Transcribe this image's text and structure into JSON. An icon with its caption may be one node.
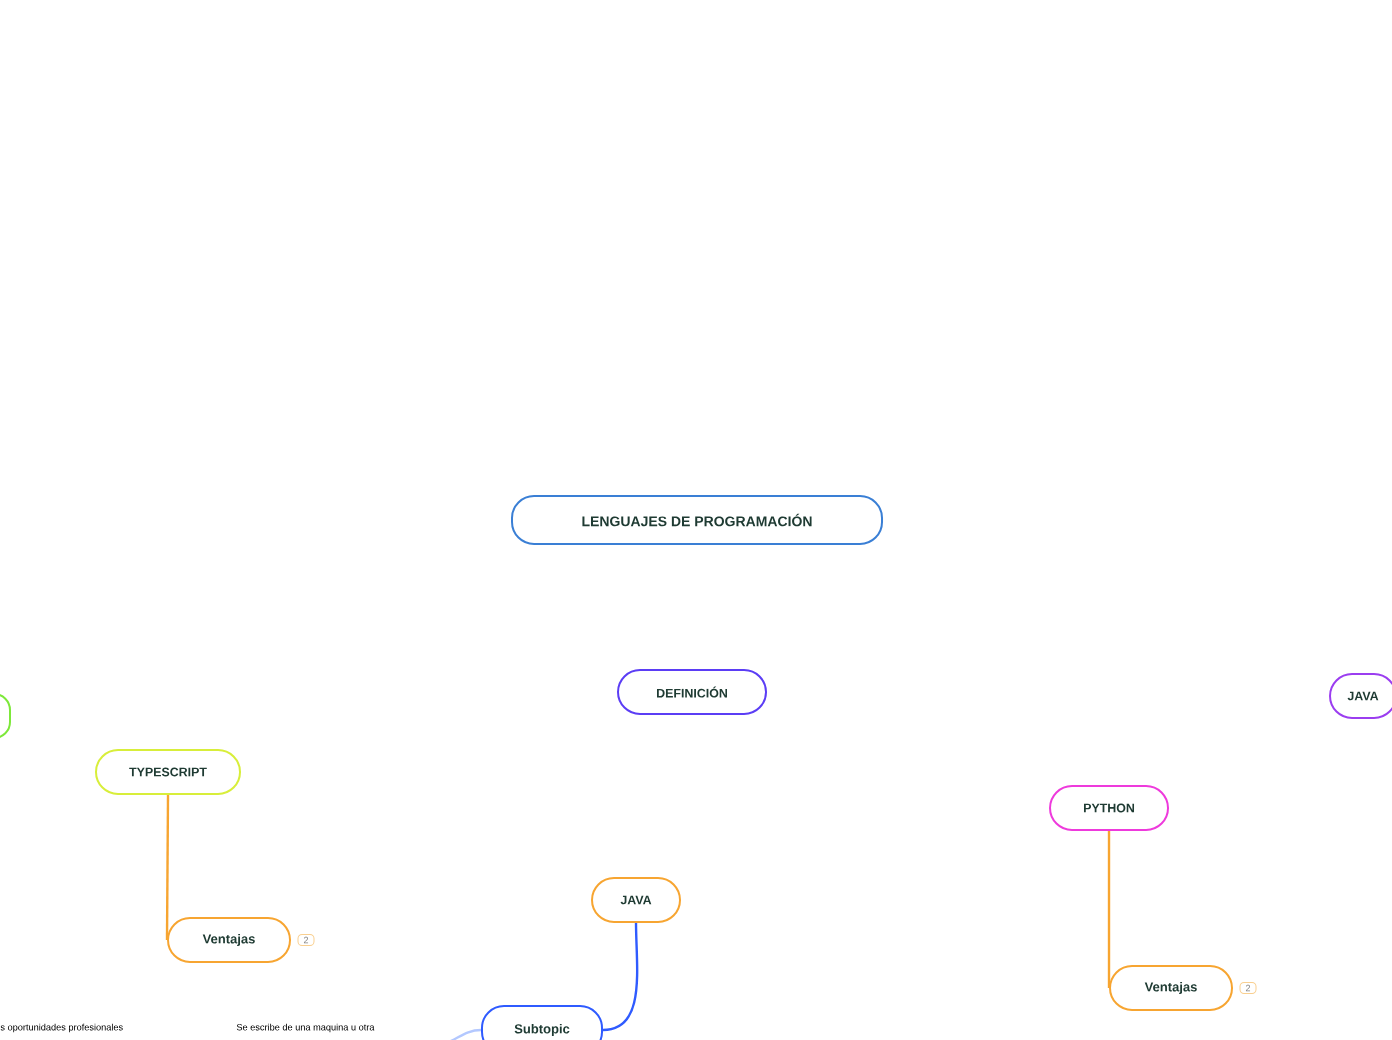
{
  "diagram": {
    "nodes": [
      {
        "text": [
          "LENGUAJES DE PROGRAMACIÓN"
        ]
      },
      {
        "text": [
          "DEFINICIÓN"
        ]
      },
      {
        "text": [],
        "shape": "box"
      },
      {
        "text": [
          "TYPESCRIPT"
        ]
      },
      {
        "text": [
          "Ventajas"
        ],
        "beside": [
          "2"
        ]
      },
      {
        "text": [
          "JAVA"
        ]
      },
      {
        "text": [
          "Subtopic"
        ]
      },
      {
        "text": [
          "PYTHON"
        ]
      },
      {
        "text": [
          "Ventajas"
        ],
        "beside": [
          "2"
        ]
      },
      {
        "text": [
          "JAVA"
        ]
      }
    ],
    "edges": [
      {
        "from": 3,
        "to": 4,
        "arrow": "none"
      },
      {
        "from": 5,
        "to": 6,
        "arrow": "none",
        "color": "#2f5bff"
      },
      {
        "from": 7,
        "to": 8,
        "arrow": "none"
      },
      {
        "from": 6,
        "to": null,
        "arrow": "none",
        "color": "#b3c8ff"
      }
    ],
    "labels": [
      "s oportunidades  profesionales",
      "Se escribe de una maquina u otra"
    ]
  }
}
